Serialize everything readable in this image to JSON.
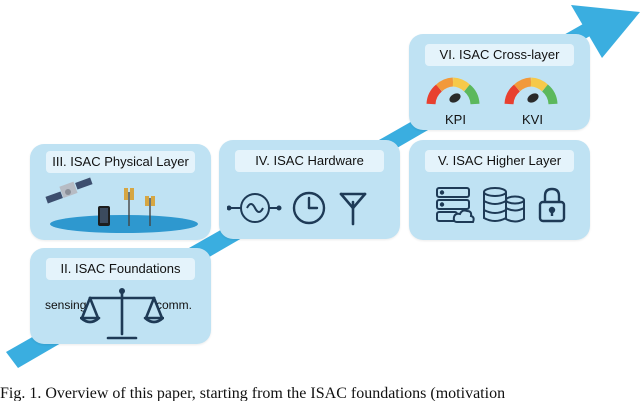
{
  "panels": {
    "foundations": {
      "title": "II. ISAC Foundations",
      "left_label": "sensing",
      "right_label": "comm."
    },
    "physical": {
      "title": "III. ISAC Physical Layer"
    },
    "hardware": {
      "title": "IV. ISAC Hardware"
    },
    "higher": {
      "title": "V. ISAC Higher Layer"
    },
    "crosslayer": {
      "title": "VI. ISAC Cross-layer",
      "gauge_left": "KPI",
      "gauge_right": "KVI"
    }
  },
  "caption": "Fig. 1.  Overview of this paper, starting from the ISAC foundations (motivation",
  "colors": {
    "arrow": "#3aaee0",
    "panel": "#bfe2f3",
    "title_box": "#e4f3fb",
    "icon": "#1e3a56",
    "gauge_red": "#e8402f",
    "gauge_orange": "#f2993a",
    "gauge_yellow": "#f6c94a",
    "gauge_green": "#5cb85c"
  },
  "icons": [
    "satellite-icon",
    "phone-icon",
    "base-station-icon",
    "oscillator-icon",
    "clock-icon",
    "antenna-icon",
    "server-cloud-icon",
    "database-icon",
    "lock-icon",
    "scale-icon",
    "gauge-icon"
  ]
}
